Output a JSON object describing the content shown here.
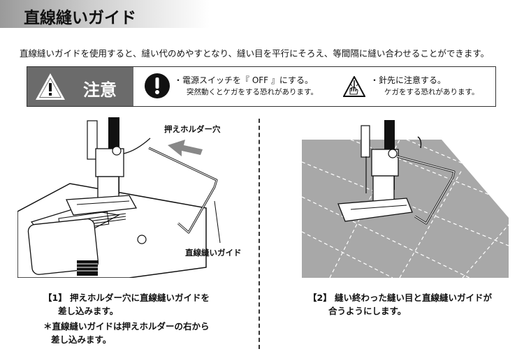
{
  "title": "直線縫いガイド",
  "intro": "直線縫いガイドを使用すると、縫い代のめやすとなり、縫い目を平行にそろえ、等間隔に縫い合わせることができます。",
  "caution": {
    "label": "注意",
    "items": [
      {
        "icon": "exclamation-icon",
        "main": "・電源スイッチを『 OFF 』にする。",
        "sub": "突然動くとケガをする恐れがあります。"
      },
      {
        "icon": "needle-hand-icon",
        "main": "・針先に注意する。",
        "sub": "ケガをする恐れがあります。"
      }
    ]
  },
  "left": {
    "callout_holder": "押えホルダー穴",
    "callout_guide": "直線縫いガイド",
    "step_line1": "【1】 押えホルダー穴に直線縫いガイドを",
    "step_line2": "差し込みます。",
    "note_line1": "＊直線縫いガイドは押えホルダーの右から",
    "note_line2": "差し込みます。"
  },
  "right": {
    "step_line1": "【2】 縫い終わった縫い目と直線縫いガイドが",
    "step_line2": "合うようにします。"
  },
  "colors": {
    "caution_bg": "#6b6b6b",
    "fabric": "#a8a8a8"
  }
}
